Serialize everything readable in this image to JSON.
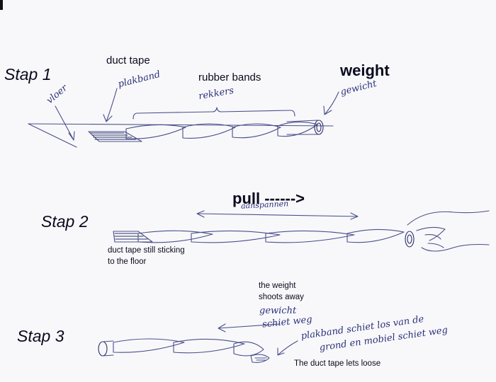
{
  "steps": {
    "stap1": "Stap 1",
    "stap2": "Stap 2",
    "stap3": "Stap 3"
  },
  "stap1": {
    "duct_tape": "duct tape",
    "duct_tape_nl": "plakband",
    "floor_nl": "vloer",
    "rubber_bands": "rubber bands",
    "rubber_bands_nl": "rekkers",
    "weight": "weight",
    "weight_nl": "gewicht"
  },
  "stap2": {
    "pull": "pull ------>",
    "pull_nl": "aanspannen",
    "caption_line1": "duct tape still sticking",
    "caption_line2": "to the floor"
  },
  "stap3": {
    "weight_caption_line1": "the weight",
    "weight_caption_line2": "shoots away",
    "weight_nl_line1": "gewicht",
    "weight_nl_line2": "schiet weg",
    "tape_nl_line1": "plakband schiet los van de",
    "tape_nl_line2": "grond en mobiel schiet weg",
    "tape_caption": "The duct tape lets loose"
  }
}
